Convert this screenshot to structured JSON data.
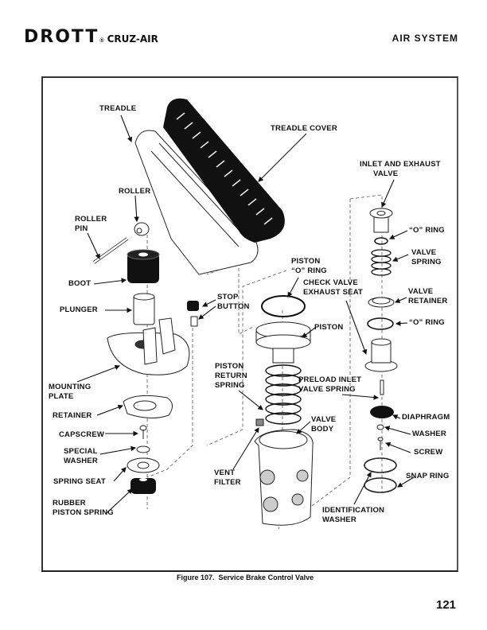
{
  "header": {
    "brand": "DROTT",
    "brand_mark": "®",
    "model": "CRUZ-AIR",
    "section": "AIR SYSTEM"
  },
  "figure": {
    "caption": "Figure 107.  Service Brake Control Valve",
    "labels": {
      "treadle": "TREADLE",
      "treadle_cover": "TREADLE COVER",
      "inlet_exhaust_valve": "INLET AND EXHAUST\n      VALVE",
      "roller": "ROLLER",
      "roller_pin": "ROLLER\nPIN",
      "o_ring_top": "“O” RING",
      "valve_spring": "VALVE\nSPRING",
      "piston_o_ring": "PISTON\n“O” RING",
      "boot": "BOOT",
      "check_valve_exhaust_seat": "CHECK VALVE\nEXHAUST SEAT",
      "valve_retainer": "VALVE\nRETAINER",
      "stop_button": "STOP\nBUTTON",
      "plunger": "PLUNGER",
      "o_ring_lower": "“O” RING",
      "piston": "PISTON",
      "piston_return_spring": "PISTON\nRETURN\nSPRING",
      "preload_inlet_valve_spring": "PRELOAD INLET\nVALVE SPRING",
      "mounting_plate": "MOUNTING\nPLATE",
      "retainer": "RETAINER",
      "diaphragm": "DIAPHRAGM",
      "valve_body": "VALVE\nBODY",
      "washer": "WASHER",
      "capscrew": "CAPSCREW",
      "special_washer": "SPECIAL\nWASHER",
      "screw": "SCREW",
      "spring_seat": "SPRING SEAT",
      "vent_filter": "VENT\nFILTER",
      "snap_ring": "SNAP RING",
      "rubber_piston_spring": "RUBBER\nPISTON SPRING",
      "identification_washer": "IDENTIFICATION\nWASHER"
    }
  },
  "page": {
    "number": "121"
  }
}
